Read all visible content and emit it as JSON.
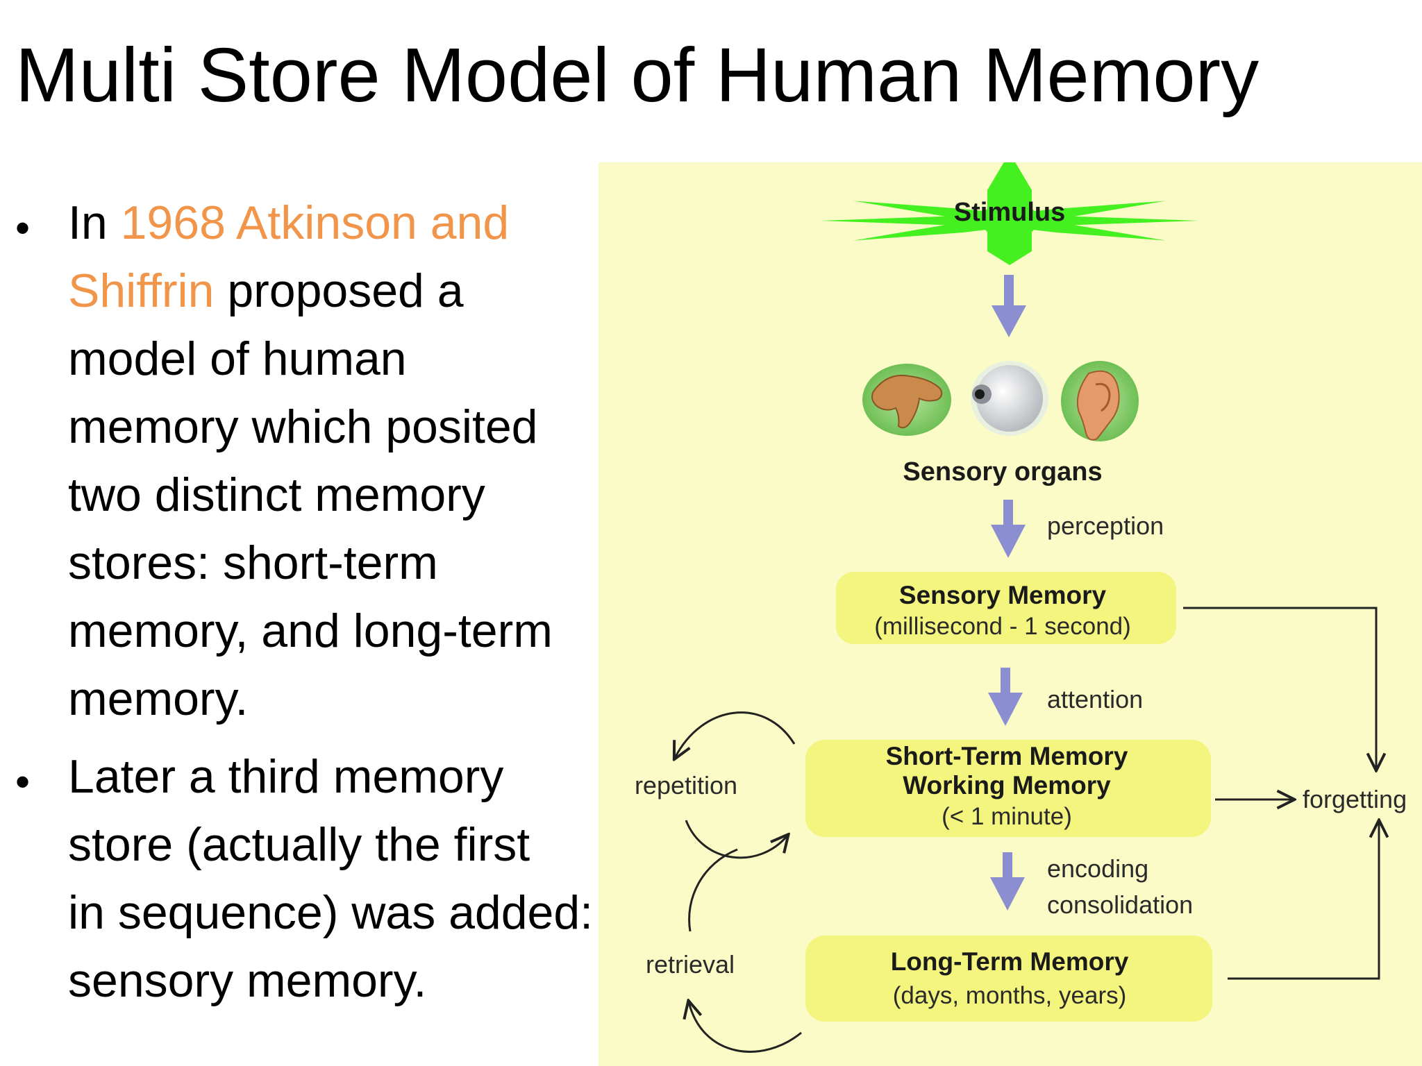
{
  "title": "Multi Store Model of Human Memory",
  "bullets": [
    {
      "lines": [
        {
          "pre": "In ",
          "hl": "1968 Atkinson and",
          "post": ""
        },
        {
          "pre": "",
          "hl": "Shiffrin",
          "post": " proposed a"
        },
        {
          "pre": "model of human",
          "hl": "",
          "post": ""
        },
        {
          "pre": "memory which posited",
          "hl": "",
          "post": ""
        },
        {
          "pre": "two distinct memory",
          "hl": "",
          "post": ""
        },
        {
          "pre": "stores: short-term",
          "hl": "",
          "post": ""
        },
        {
          "pre": "memory, and long-term",
          "hl": "",
          "post": ""
        },
        {
          "pre": "memory.",
          "hl": "",
          "post": ""
        }
      ]
    },
    {
      "lines": [
        {
          "pre": "Later a third memory",
          "hl": "",
          "post": ""
        },
        {
          "pre": "store (actually the first",
          "hl": "",
          "post": ""
        },
        {
          "pre": "in sequence) was added:",
          "hl": "",
          "post": ""
        },
        {
          "pre": "sensory memory.",
          "hl": "",
          "post": ""
        }
      ]
    }
  ],
  "diagram": {
    "stimulus": "Stimulus",
    "sensory_organs_label": "Sensory organs",
    "organs": [
      "hand",
      "eye",
      "ear"
    ],
    "perception": "perception",
    "sensory_memory": {
      "title": "Sensory Memory",
      "duration": "(millisecond - 1 second)"
    },
    "attention": "attention",
    "short_term": {
      "title1": "Short-Term Memory",
      "title2": "Working Memory",
      "duration": "(< 1 minute)"
    },
    "encoding": "encoding",
    "consolidation": "consolidation",
    "long_term": {
      "title": "Long-Term Memory",
      "duration": "(days, months, years)"
    },
    "repetition": "repetition",
    "retrieval": "retrieval",
    "forgetting": "forgetting",
    "colors": {
      "panel": "#fafbc6",
      "box": "#f4f57e",
      "star": "#44f020",
      "arrow": "#8b8fd2",
      "highlight": "#f0954a"
    }
  }
}
